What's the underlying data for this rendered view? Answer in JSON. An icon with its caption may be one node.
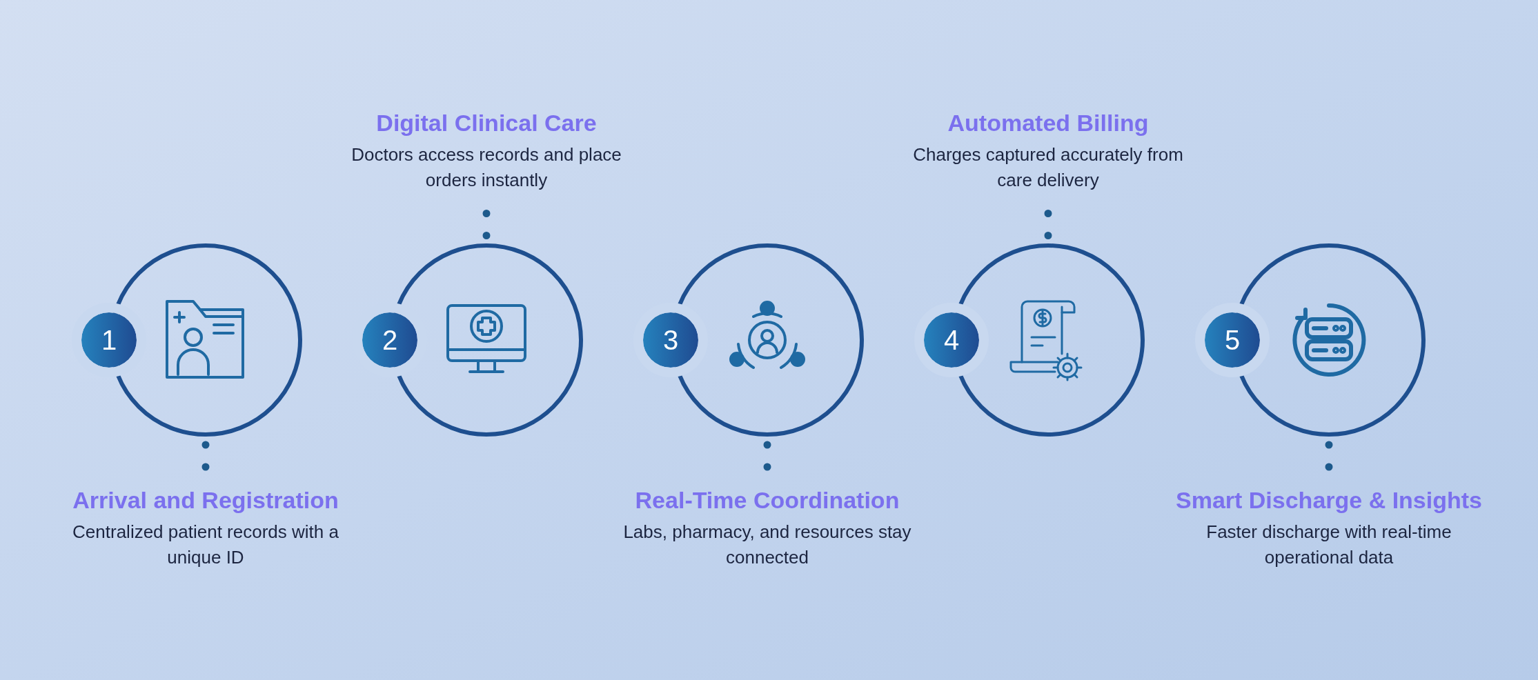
{
  "diagram": {
    "nodes": [
      {
        "text": [],
        "shape": "circle"
      },
      {
        "text": [
          "1"
        ]
      },
      {
        "text": [
          "Arrival and Registration",
          "Centralized patient records with a unique ID"
        ]
      },
      {
        "text": [],
        "shape": "circle"
      },
      {
        "text": [
          "2"
        ]
      },
      {
        "text": [
          "Digital Clinical Care",
          "Doctors access records and place orders instantly"
        ]
      },
      {
        "text": [],
        "shape": "circle"
      },
      {
        "text": [
          "3"
        ]
      },
      {
        "text": [
          "Real-Time Coordination",
          "Labs, pharmacy, and resources stay connected"
        ]
      },
      {
        "text": [],
        "shape": "circle"
      },
      {
        "text": [
          "4"
        ]
      },
      {
        "text": [
          "Automated Billing",
          "Charges captured accurately from care delivery"
        ]
      },
      {
        "text": [],
        "shape": "circle"
      },
      {
        "text": [
          "5"
        ]
      },
      {
        "text": [
          "Smart Discharge & Insights",
          "Faster discharge with real-time operational data"
        ]
      }
    ],
    "edges": [
      {
        "from": 0,
        "to": 2,
        "arrow": "none",
        "style": "dashed"
      },
      {
        "from": 3,
        "to": 5,
        "arrow": "none",
        "style": "dashed"
      },
      {
        "from": 6,
        "to": 8,
        "arrow": "none",
        "style": "dashed"
      },
      {
        "from": 9,
        "to": 11,
        "arrow": "none",
        "style": "dashed"
      },
      {
        "from": 12,
        "to": 14,
        "arrow": "none",
        "style": "dashed"
      }
    ]
  }
}
